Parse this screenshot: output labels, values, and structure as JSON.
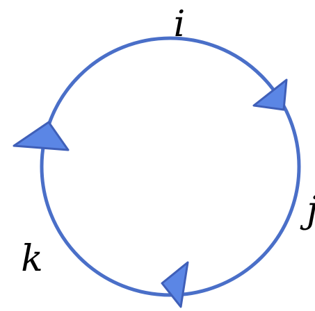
{
  "diagram": {
    "nodes": [
      {
        "id": "i",
        "label": "i"
      },
      {
        "id": "j",
        "label": "j"
      },
      {
        "id": "k",
        "label": "k"
      }
    ],
    "cycle_direction": "clockwise",
    "colors": {
      "stroke": "#4a6fc8",
      "arrow_fill": "#5b86e5",
      "arrow_stroke": "#3f5fb8"
    }
  }
}
